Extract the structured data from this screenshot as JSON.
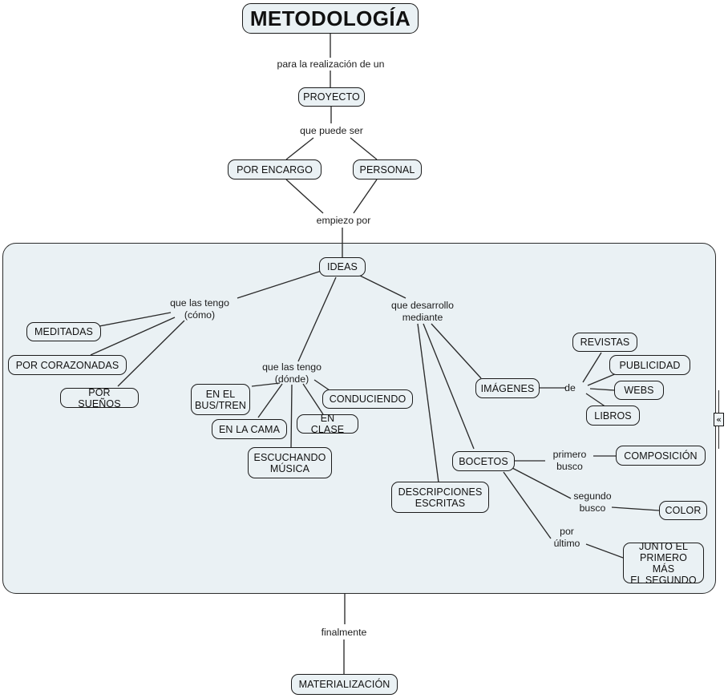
{
  "map": {
    "title": "METODOLOGÍA",
    "background_color": "#ffffff",
    "node_fill": "#eaf1f4",
    "node_border": "#1b1b1b",
    "group_fill": "#eaf1f4"
  },
  "nodes": {
    "metodologia": "METODOLOGÍA",
    "proyecto": "PROYECTO",
    "por_encargo": "POR ENCARGO",
    "personal": "PERSONAL",
    "ideas": "IDEAS",
    "meditadas": "MEDITADAS",
    "por_corazonadas": "POR CORAZONADAS",
    "por_suenos": "POR SUEÑOS",
    "en_el_bus_tren": "EN EL\nBUS/TREN",
    "en_la_cama": "EN LA CAMA",
    "escuchando_musica": "ESCUCHANDO\nMÚSICA",
    "en_clase": "EN CLASE",
    "conduciendo": "CONDUCIENDO",
    "imagenes": "IMÁGENES",
    "revistas": "REVISTAS",
    "publicidad": "PUBLICIDAD",
    "webs": "WEBS",
    "libros": "LIBROS",
    "descripciones_escritas": "DESCRIPCIONES\nESCRITAS",
    "bocetos": "BOCETOS",
    "composicion": "COMPOSICIÓN",
    "color": "COLOR",
    "junto_el_primero": "JUNTO EL\nPRIMERO MÁS\nEL SEGUNDO",
    "materializacion": "MATERIALIZACIÓN"
  },
  "link_labels": {
    "para_la_realizacion": "para la realización de un",
    "que_puede_ser": "que puede ser",
    "empiezo_por": "empiezo por",
    "que_las_tengo_como": "que las tengo\n(cómo)",
    "que_las_tengo_donde": "que las tengo\n(dónde)",
    "que_desarrollo_mediante": "que desarrollo\nmediante",
    "de": "de",
    "primero_busco": "primero\nbusco",
    "segundo_busco": "segundo\nbusco",
    "por_ultimo": "por\núltimo",
    "finalmente": "finalmente"
  },
  "controls": {
    "collapse_handle": "«"
  }
}
